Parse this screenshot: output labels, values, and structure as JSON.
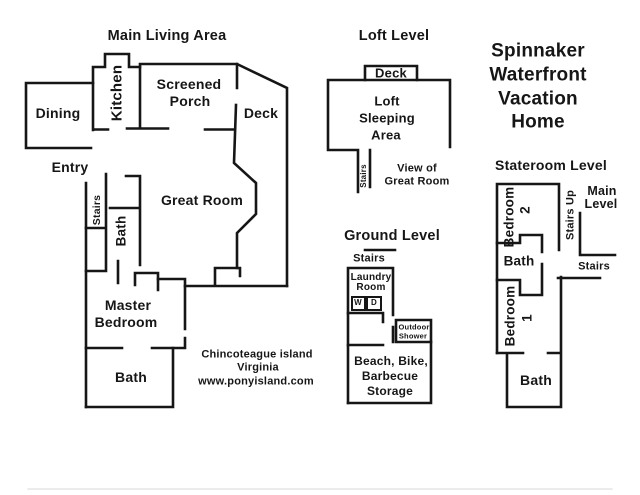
{
  "colors": {
    "wall": "#161616",
    "text": "#161616",
    "background": "#ffffff"
  },
  "header": {
    "title_line1": "Spinnaker",
    "title_line2": "Waterfront",
    "title_line3": "Vacation",
    "title_line4": "Home"
  },
  "main": {
    "title": "Main Living Area",
    "dining": "Dining",
    "kitchen": "Kitchen",
    "screened_porch_line1": "Screened",
    "screened_porch_line2": "Porch",
    "deck": "Deck",
    "entry": "Entry",
    "stairs": "Stairs",
    "bath_middle": "Bath",
    "great_room": "Great Room",
    "master_line1": "Master",
    "master_line2": "Bedroom",
    "bath_bottom": "Bath",
    "footer_line1": "Chincoteague island",
    "footer_line2": "Virginia",
    "footer_line3": "www.ponyisland.com"
  },
  "loft": {
    "title": "Loft Level",
    "deck": "Deck",
    "loft_line1": "Loft",
    "loft_line2": "Sleeping",
    "loft_line3": "Area",
    "stairs": "Stairs",
    "view_line1": "View of",
    "view_line2": "Great Room"
  },
  "ground": {
    "title": "Ground Level",
    "stairs": "Stairs",
    "laundry_line1": "Laundry",
    "laundry_line2": "Room",
    "washer": "W",
    "dryer": "D",
    "shower_line1": "Outdoor",
    "shower_line2": "Shower",
    "storage_line1": "Beach, Bike,",
    "storage_line2": "Barbecue",
    "storage_line3": "Storage"
  },
  "stateroom": {
    "title": "Stateroom Level",
    "bedroom2": "Bedroom",
    "bedroom2_number": "2",
    "stairs_up": "Stairs Up",
    "main_level_line1": "Main",
    "main_level_line2": "Level",
    "bath_middle": "Bath",
    "stairs": "Stairs",
    "bedroom1": "Bedroom",
    "bedroom1_number": "1",
    "bath_bottom": "Bath"
  }
}
